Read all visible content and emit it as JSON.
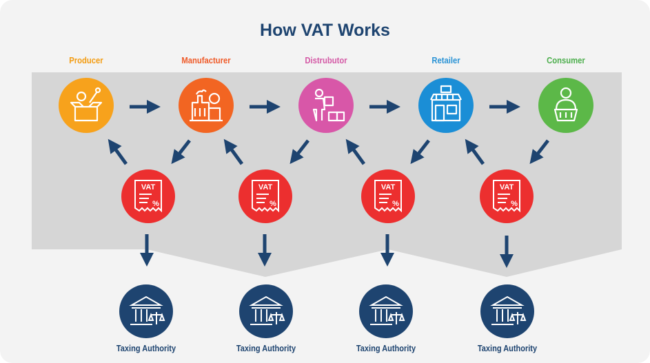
{
  "title": "How VAT Works",
  "stages": [
    {
      "label": "Producer",
      "color": "#f7a21c",
      "label_color": "#f39c12",
      "icon": "box-with-tools-icon"
    },
    {
      "label": "Manufacturer",
      "color": "#f26522",
      "label_color": "#ef5a28",
      "icon": "factory-icon"
    },
    {
      "label": "Distrubutor",
      "color": "#d857a8",
      "label_color": "#d45aa6",
      "icon": "delivery-worker-icon"
    },
    {
      "label": "Retailer",
      "color": "#1b8ed6",
      "label_color": "#2a93d5",
      "icon": "storefront-icon"
    },
    {
      "label": "Consumer",
      "color": "#5cb848",
      "label_color": "#4cae4c",
      "icon": "shopper-with-basket-icon"
    }
  ],
  "vat_receipts": [
    {
      "text": "VAT",
      "symbol": "%",
      "color": "#ec2f2f"
    },
    {
      "text": "VAT",
      "symbol": "%",
      "color": "#ec2f2f"
    },
    {
      "text": "VAT",
      "symbol": "%",
      "color": "#ec2f2f"
    },
    {
      "text": "VAT",
      "symbol": "%",
      "color": "#ec2f2f"
    }
  ],
  "taxing_authorities": [
    {
      "label": "Taxing Authority",
      "icon": "government-building-icon"
    },
    {
      "label": "Taxing Authority",
      "icon": "government-building-icon"
    },
    {
      "label": "Taxing Authority",
      "icon": "government-building-icon"
    },
    {
      "label": "Taxing Authority",
      "icon": "government-building-icon"
    }
  ],
  "colors": {
    "navy": "#1e4470",
    "band": "#d4d4d4",
    "background": "#f3f3f3"
  }
}
